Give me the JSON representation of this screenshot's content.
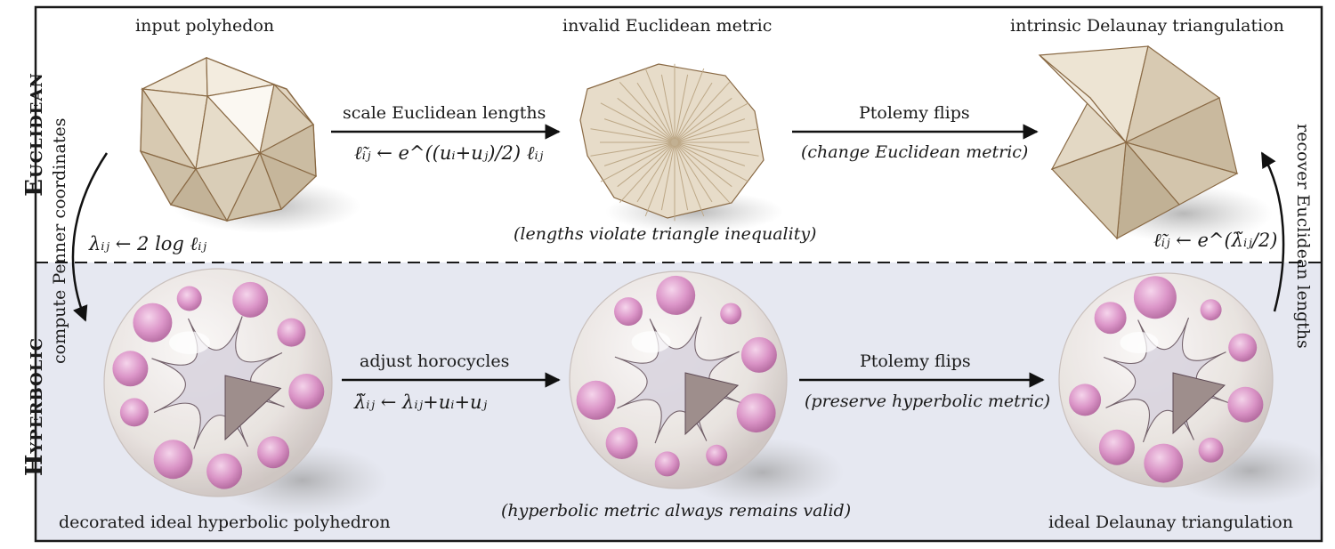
{
  "rows": {
    "euclidean_label": "Euclidean",
    "hyperbolic_label": "Hyperbolic"
  },
  "top": {
    "input_label": "input polyhedon",
    "invalid_label": "invalid Euclidean metric",
    "delaunay_label": "intrinsic Delaunay triangulation",
    "scale_label": "scale Euclidean lengths",
    "scale_formula": "ℓ̃ᵢⱼ ← e^((uᵢ+uⱼ)/2) ℓᵢⱼ",
    "ptolemy_label": "Ptolemy flips",
    "ptolemy_note": "(change Euclidean metric)",
    "violate_note": "(lengths violate triangle inequality)"
  },
  "bottom": {
    "decorated_label": "decorated ideal hyperbolic polyhedron",
    "adjust_label": "adjust horocycles",
    "adjust_formula": "λ̃ᵢⱼ ← λᵢⱼ+uᵢ+uⱼ",
    "ptolemy_label": "Ptolemy flips",
    "ptolemy_note": "(preserve hyperbolic metric)",
    "valid_note": "(hyperbolic metric always remains valid)",
    "ideal_label": "ideal Delaunay triangulation"
  },
  "side": {
    "penner_label": "compute Penner coordinates",
    "penner_formula": "λᵢⱼ ← 2 log ℓᵢⱼ",
    "recover_label": "recover Euclidean lengths",
    "recover_formula": "ℓ̃ᵢⱼ ← e^(λ̃ᵢⱼ/2)"
  },
  "colors": {
    "frame": "#1a1a1a",
    "bottom_panel": "#e6e8f1",
    "solid_light": "#efe6d6",
    "solid_dark": "#c9b99e",
    "edge": "#8a6a45",
    "sphere": "#eeeae8",
    "pink": "#d98ac4"
  }
}
